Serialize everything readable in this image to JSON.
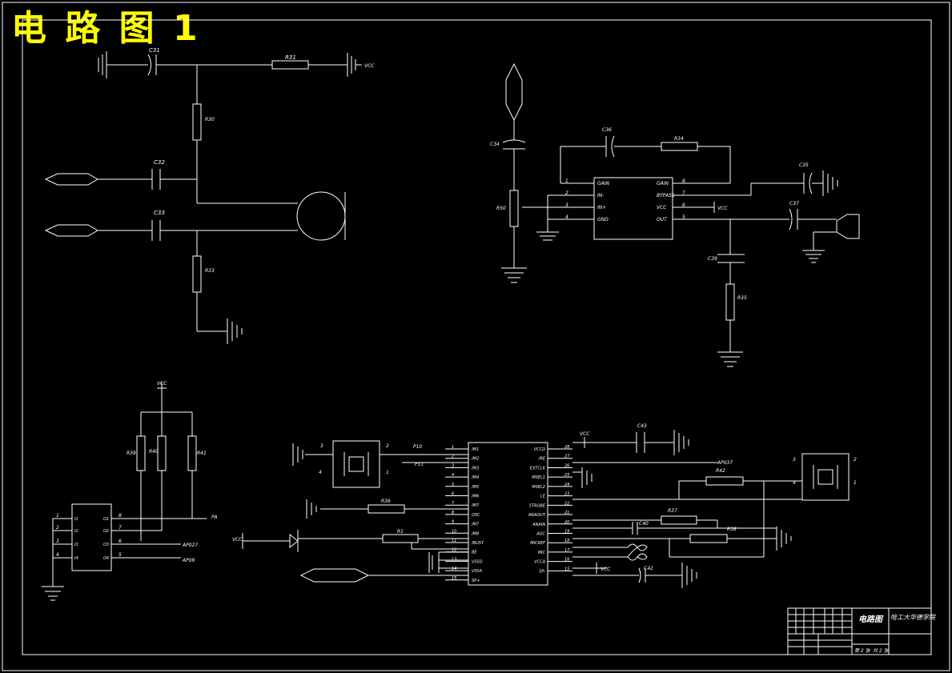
{
  "title": "电 路 图 1",
  "colors": {
    "background": "#000000",
    "lines": "#ffffff",
    "title": "#ffff00"
  },
  "labels": {
    "c31": "C31",
    "r31": "R31",
    "vcc1": "VCC",
    "r30": "R30",
    "c32": "C32",
    "c33": "C33",
    "r33": "R33",
    "c34": "C34",
    "c36": "C36",
    "r34": "R34",
    "c35": "C35",
    "c37": "C37",
    "r50": "R50",
    "c39": "C39",
    "r35": "R35",
    "vcc2": "VCC",
    "vcc3": "VCC",
    "r39": "R39",
    "r40": "R40",
    "r41": "R41",
    "pa": "PA",
    "ap027": "AP027",
    "ap09": "AP09",
    "vcc4": "VCC",
    "p10": "P10",
    "p11": "P11",
    "r36": "R36",
    "r1": "R1",
    "vcc5": "VCC",
    "c43": "C43",
    "r42": "R42",
    "r37": "R37",
    "r38": "R38",
    "c40": "C40",
    "c42": "C42",
    "ap037": "AP037",
    "vcc6": "VCC"
  },
  "amp": {
    "left_pins": [
      {
        "num": "1",
        "name": "GAIN"
      },
      {
        "num": "2",
        "name": "IN-"
      },
      {
        "num": "3",
        "name": "IN+"
      },
      {
        "num": "4",
        "name": "GND"
      }
    ],
    "right_pins": [
      {
        "num": "8",
        "name": "GAIN"
      },
      {
        "num": "7",
        "name": "BYPASS"
      },
      {
        "num": "6",
        "name": "VCC"
      },
      {
        "num": "5",
        "name": "OUT"
      }
    ]
  },
  "opto": {
    "left_pins": [
      {
        "num": "1"
      },
      {
        "num": "2"
      },
      {
        "num": "3"
      },
      {
        "num": "4"
      }
    ],
    "left_names": [
      "I1",
      "I2",
      "I3",
      "I4"
    ],
    "right_names": [
      "O1",
      "O2",
      "O3",
      "O4"
    ],
    "right_nums": [
      "8",
      "7",
      "6",
      "5"
    ]
  },
  "isd": {
    "left": [
      {
        "num": "1",
        "name": "/M1"
      },
      {
        "num": "2",
        "name": "/M2"
      },
      {
        "num": "3",
        "name": "/M3"
      },
      {
        "num": "4",
        "name": "/M4"
      },
      {
        "num": "5",
        "name": "/M5"
      },
      {
        "num": "6",
        "name": "/M6"
      },
      {
        "num": "7",
        "name": "/M7"
      },
      {
        "num": "8",
        "name": "OSC"
      },
      {
        "num": "9",
        "name": "/M7"
      },
      {
        "num": "10",
        "name": "/M8"
      },
      {
        "num": "11",
        "name": "/BUSY"
      },
      {
        "num": "12",
        "name": "BE"
      },
      {
        "num": "13",
        "name": "VSSD"
      },
      {
        "num": "14",
        "name": "VSSA"
      },
      {
        "num": "15",
        "name": "SP+"
      }
    ],
    "right": [
      {
        "num": "28",
        "name": "VCCD"
      },
      {
        "num": "27",
        "name": "/RE"
      },
      {
        "num": "26",
        "name": "EXTCLK"
      },
      {
        "num": "25",
        "name": "MSEL1"
      },
      {
        "num": "24",
        "name": "MSEL2"
      },
      {
        "num": "23",
        "name": "LE"
      },
      {
        "num": "22",
        "name": "STROBE"
      },
      {
        "num": "21",
        "name": "ANAOUT"
      },
      {
        "num": "20",
        "name": "ANAIN"
      },
      {
        "num": "19",
        "name": "AGC"
      },
      {
        "num": "18",
        "name": "MICREF"
      },
      {
        "num": "17",
        "name": "MIC"
      },
      {
        "num": "16",
        "name": "VCCA"
      },
      {
        "num": "15",
        "name": "SP-"
      }
    ]
  },
  "switch1": {
    "pins": [
      "3",
      "2",
      "4",
      "1"
    ]
  },
  "switch2": {
    "pins": [
      "3",
      "2",
      "4",
      "1"
    ]
  },
  "title_block": {
    "drawing_name": "电路图",
    "school": "哈工大华德学院",
    "sheet": "第 2 张",
    "sheets": "共 2 张"
  }
}
